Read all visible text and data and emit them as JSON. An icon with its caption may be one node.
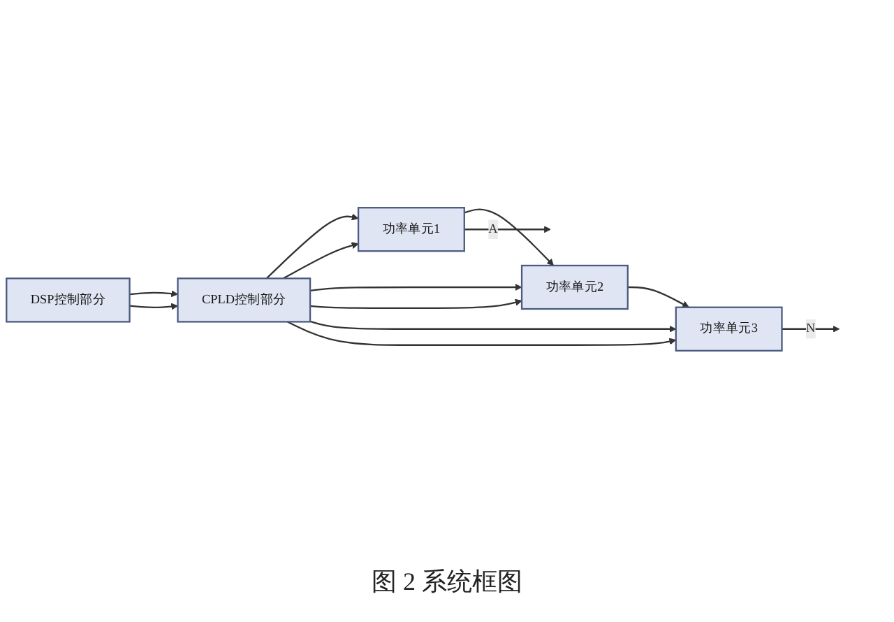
{
  "diagram": {
    "caption": "图 2 系统框图",
    "nodes": [
      {
        "text": [
          "DSP控制部分"
        ]
      },
      {
        "text": [
          "CPLD控制部分"
        ]
      },
      {
        "text": [
          "功率单元1"
        ]
      },
      {
        "text": [
          "功率单元2"
        ]
      },
      {
        "text": [
          "功率单元3"
        ]
      }
    ],
    "edges": [
      {
        "from": 0,
        "to": 1,
        "arrow": "to"
      },
      {
        "from": 0,
        "to": 1,
        "arrow": "to"
      },
      {
        "from": 1,
        "to": 2,
        "arrow": "to"
      },
      {
        "from": 1,
        "to": 2,
        "arrow": "to"
      },
      {
        "from": 1,
        "to": 3,
        "arrow": "to"
      },
      {
        "from": 1,
        "to": 3,
        "arrow": "to"
      },
      {
        "from": 1,
        "to": 4,
        "arrow": "to"
      },
      {
        "from": 1,
        "to": 4,
        "arrow": "to"
      },
      {
        "from": 2,
        "to": 3,
        "arrow": "to"
      },
      {
        "from": 3,
        "to": 4,
        "arrow": "to"
      },
      {
        "from": 2,
        "to": null,
        "arrow": "to",
        "label": "A"
      },
      {
        "from": 4,
        "to": null,
        "arrow": "to",
        "label": "N"
      }
    ]
  }
}
